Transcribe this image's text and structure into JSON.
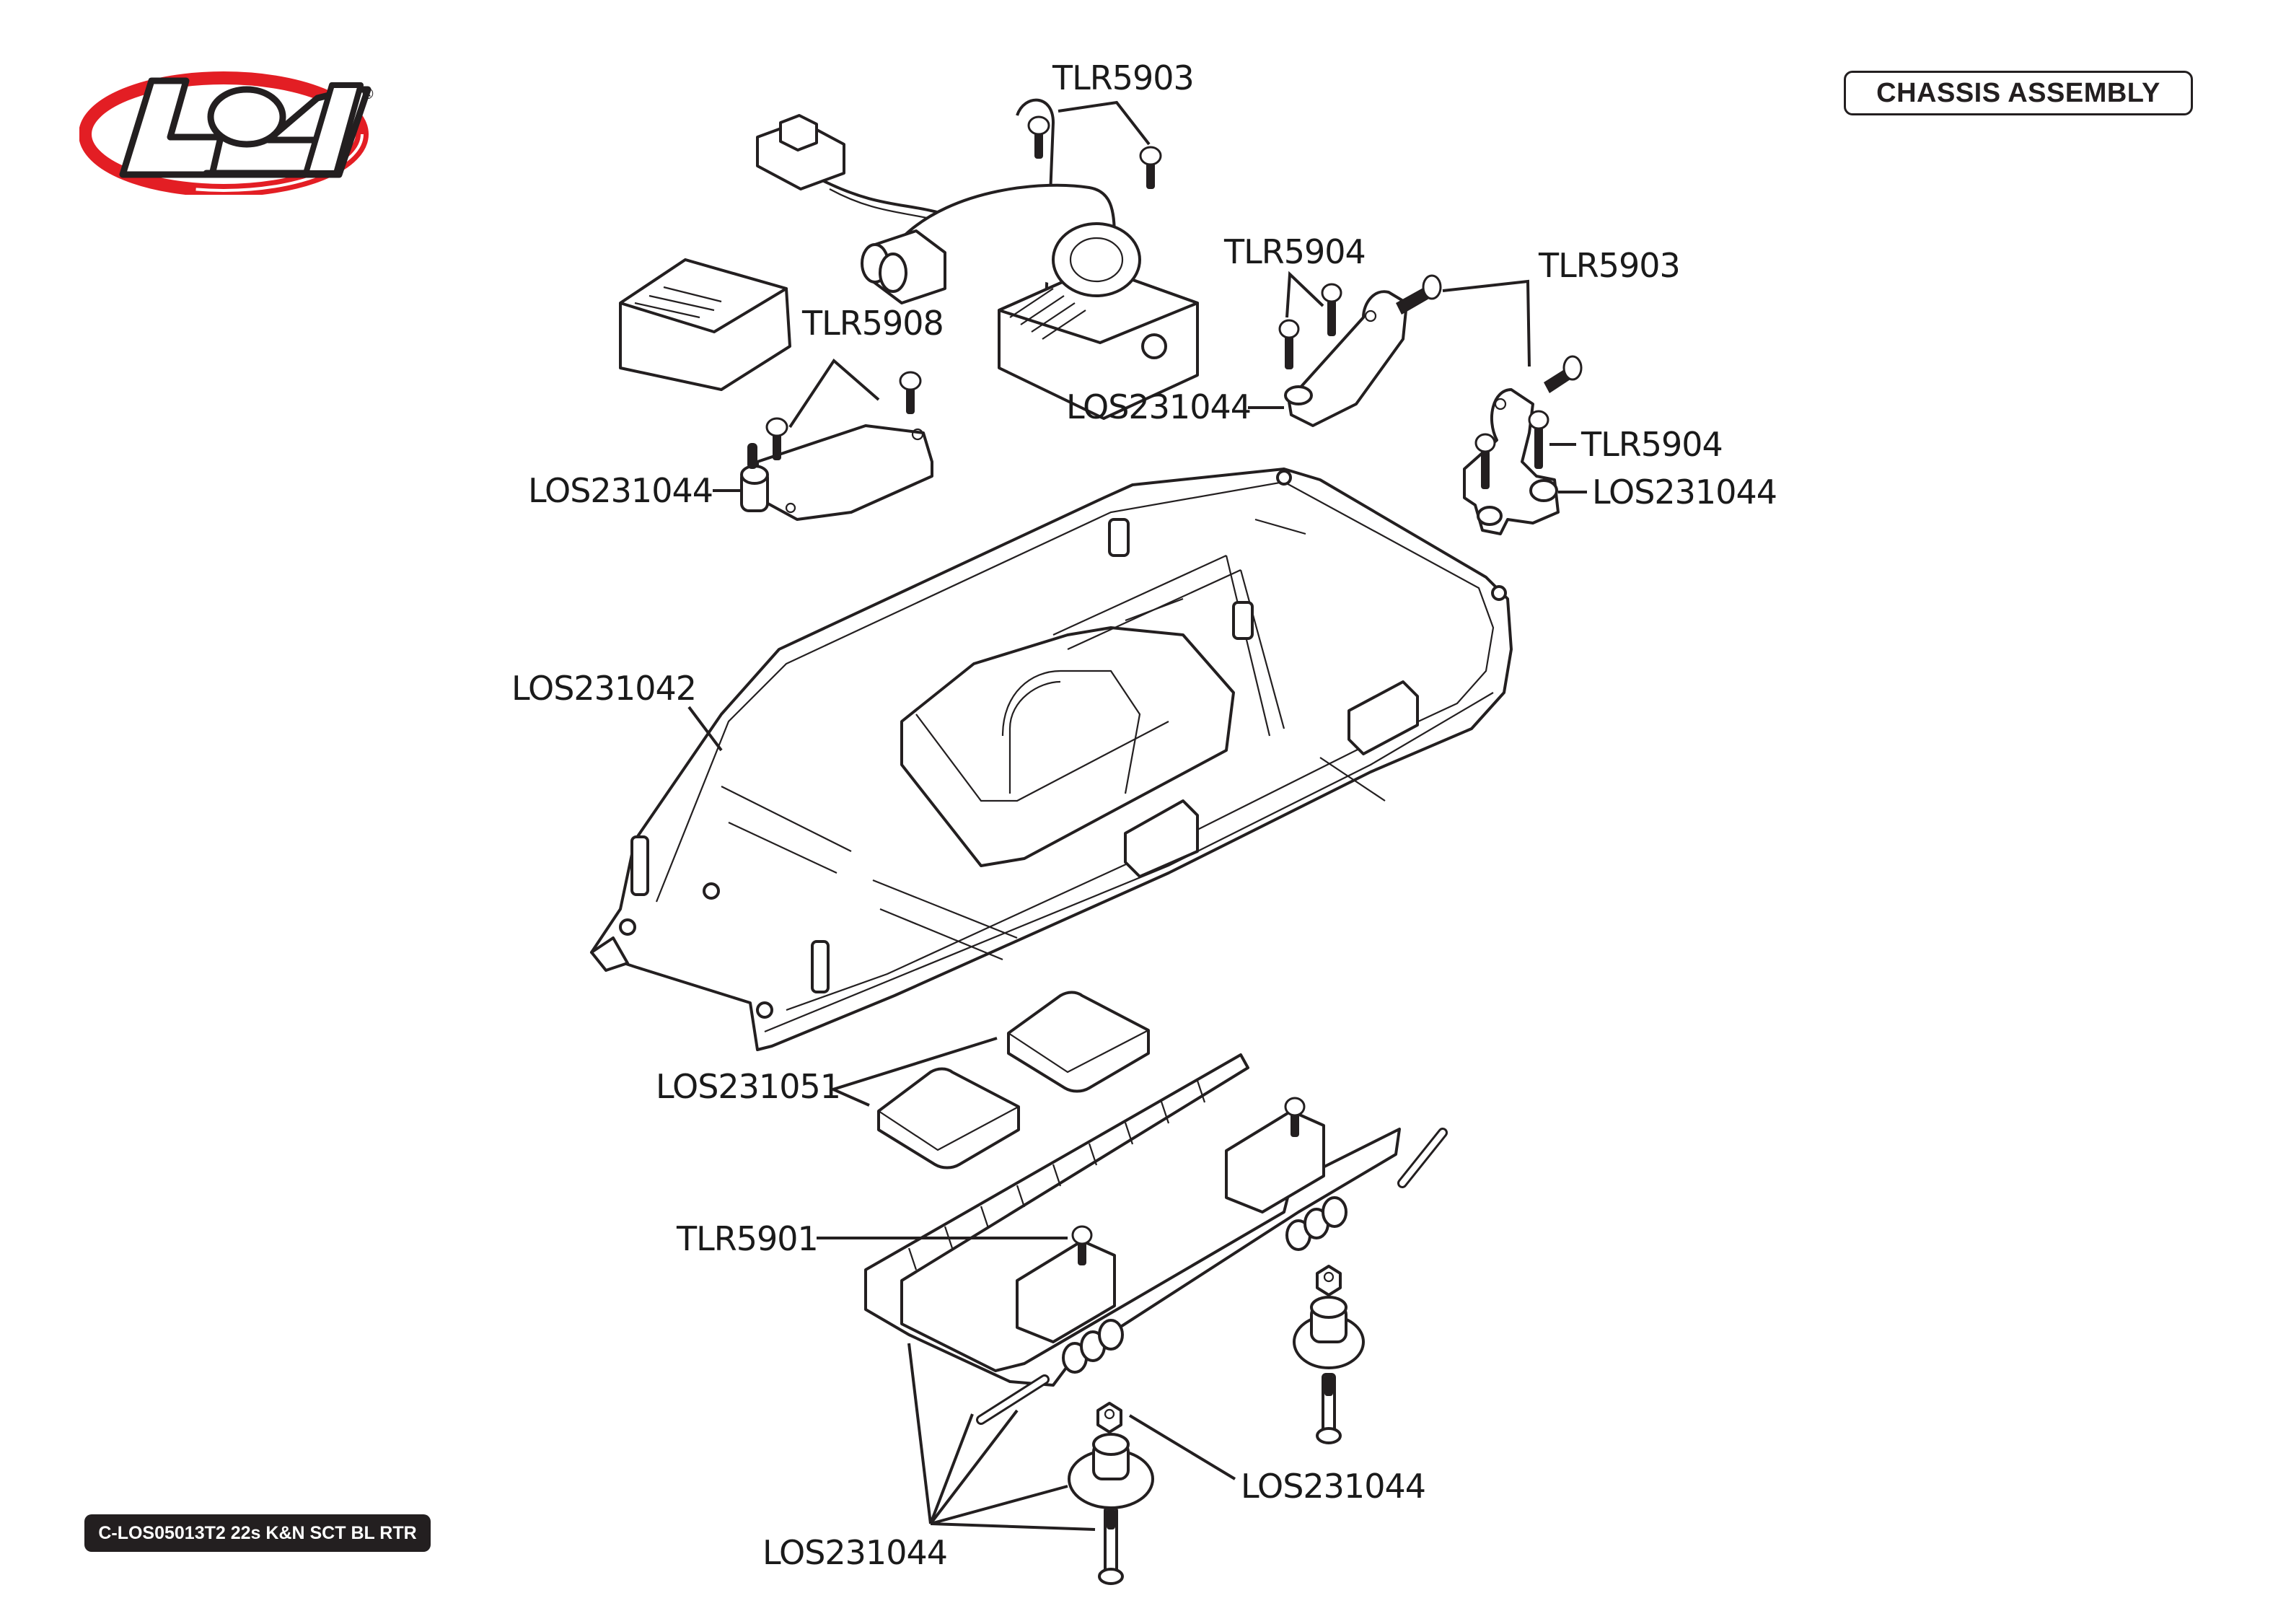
{
  "brand": {
    "name": "LOSI",
    "logo_icon": "losi-logo",
    "registered_mark": "®",
    "colors": {
      "ring": "#e31e24",
      "outline": "#231f20",
      "fill": "#ffffff"
    }
  },
  "header": {
    "title": "CHASSIS ASSEMBLY"
  },
  "footer": {
    "model_code": "C-LOS05013T2 22s K&N SCT BL RTR"
  },
  "diagram": {
    "subject": "Chassis assembly exploded view",
    "callouts": [
      {
        "id": "esc-screws",
        "part": "TLR5903",
        "target": "ESC mounting screws"
      },
      {
        "id": "receiver-screws",
        "part": "TLR5908",
        "target": "Receiver tray screws"
      },
      {
        "id": "receiver-tray-post",
        "part": "LOS231044",
        "target": "Receiver tray post"
      },
      {
        "id": "rear-mount-screws",
        "part": "TLR5904",
        "target": "Body mount screws (left)"
      },
      {
        "id": "rear-mount-left",
        "part": "LOS231044",
        "target": "Body mount (left)"
      },
      {
        "id": "rear-pin-screws",
        "part": "TLR5903",
        "target": "Body mount pin screws"
      },
      {
        "id": "rear-mount-right-screws",
        "part": "TLR5904",
        "target": "Body mount screws (right)"
      },
      {
        "id": "rear-mount-right",
        "part": "LOS231044",
        "target": "Body mount (right)"
      },
      {
        "id": "chassis",
        "part": "LOS231042",
        "target": "Main chassis tub"
      },
      {
        "id": "foam-pads",
        "part": "LOS231051",
        "target": "Battery foam pads"
      },
      {
        "id": "battery-strap-screw",
        "part": "TLR5901",
        "target": "Battery hold-down screw"
      },
      {
        "id": "hold-down-nut",
        "part": "LOS231044",
        "target": "Lock nut"
      },
      {
        "id": "hold-down-set",
        "part": "LOS231044",
        "target": "Battery hold-down set"
      }
    ]
  }
}
